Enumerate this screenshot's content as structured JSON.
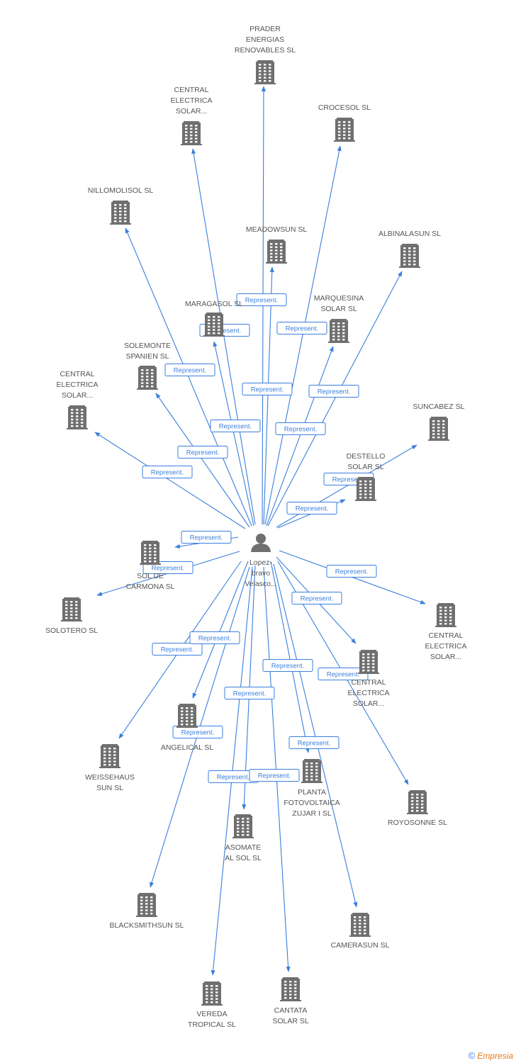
{
  "center": {
    "name_lines": [
      "Lopez-",
      "bravo",
      "Velasco..."
    ],
    "icon": "person-icon"
  },
  "edge_label": "Represent.",
  "nodes": [
    {
      "id": "prader",
      "lines": [
        "PRADER",
        "ENERGIAS",
        "RENOVABLES SL"
      ],
      "icon": "building-icon"
    },
    {
      "id": "central1",
      "lines": [
        "CENTRAL",
        "ELECTRICA",
        "SOLAR..."
      ],
      "icon": "building-icon"
    },
    {
      "id": "crocesol",
      "lines": [
        "CROCESOL SL"
      ],
      "icon": "building-icon"
    },
    {
      "id": "nillomolisol",
      "lines": [
        "NILLOMOLISOL SL"
      ],
      "icon": "building-icon"
    },
    {
      "id": "meadowsun",
      "lines": [
        "MEADOWSUN SL"
      ],
      "icon": "building-icon"
    },
    {
      "id": "albinalasun",
      "lines": [
        "ALBINALASUN SL"
      ],
      "icon": "building-icon"
    },
    {
      "id": "maragasol",
      "lines": [
        "MARAGASOL SL"
      ],
      "icon": "building-icon"
    },
    {
      "id": "marquesina",
      "lines": [
        "MARQUESINA",
        "SOLAR SL"
      ],
      "icon": "building-icon"
    },
    {
      "id": "solemonte",
      "lines": [
        "SOLEMONTE",
        "SPANIEN SL"
      ],
      "icon": "building-icon"
    },
    {
      "id": "central2",
      "lines": [
        "CENTRAL",
        "ELECTRICA",
        "SOLAR..."
      ],
      "icon": "building-icon"
    },
    {
      "id": "suncabez",
      "lines": [
        "SUNCABEZ SL"
      ],
      "icon": "building-icon"
    },
    {
      "id": "destello",
      "lines": [
        "DESTELLO",
        "SOLAR SL"
      ],
      "icon": "building-icon"
    },
    {
      "id": "solcarmona",
      "lines": [
        "SOL DE",
        "CARMONA SL"
      ],
      "icon": "building-icon"
    },
    {
      "id": "solotero",
      "lines": [
        "SOLOTERO SL"
      ],
      "icon": "building-icon"
    },
    {
      "id": "central3",
      "lines": [
        "CENTRAL",
        "ELECTRICA",
        "SOLAR..."
      ],
      "icon": "building-icon"
    },
    {
      "id": "central4",
      "lines": [
        "CENTRAL",
        "ELECTRICA",
        "SOLAR..."
      ],
      "icon": "building-icon"
    },
    {
      "id": "weissehaus",
      "lines": [
        "WEISSEHAUS",
        "SUN SL"
      ],
      "icon": "building-icon"
    },
    {
      "id": "angelical",
      "lines": [
        "ANGELICAL SL"
      ],
      "icon": "building-icon"
    },
    {
      "id": "planta",
      "lines": [
        "PLANTA",
        "FOTOVOLTAICA",
        "ZUJAR I SL"
      ],
      "icon": "building-icon"
    },
    {
      "id": "royosonne",
      "lines": [
        "ROYOSONNE SL"
      ],
      "icon": "building-icon"
    },
    {
      "id": "asomate",
      "lines": [
        "ASOMATE",
        "AL SOL SL"
      ],
      "icon": "building-icon"
    },
    {
      "id": "blacksmithsun",
      "lines": [
        "BLACKSMITHSUN SL"
      ],
      "icon": "building-icon"
    },
    {
      "id": "camerasun",
      "lines": [
        "CAMERASUN SL"
      ],
      "icon": "building-icon"
    },
    {
      "id": "vereda",
      "lines": [
        "VEREDA",
        "TROPICAL SL"
      ],
      "icon": "building-icon"
    },
    {
      "id": "cantata",
      "lines": [
        "CANTATA",
        "SOLAR SL"
      ],
      "icon": "building-icon"
    }
  ],
  "footer": {
    "copyright": "©",
    "brand": "Empresia"
  },
  "colors": {
    "edge": "#3a7fdc",
    "icon": "#6f6f6f",
    "label": "#555555",
    "brand": "#e8791c"
  }
}
